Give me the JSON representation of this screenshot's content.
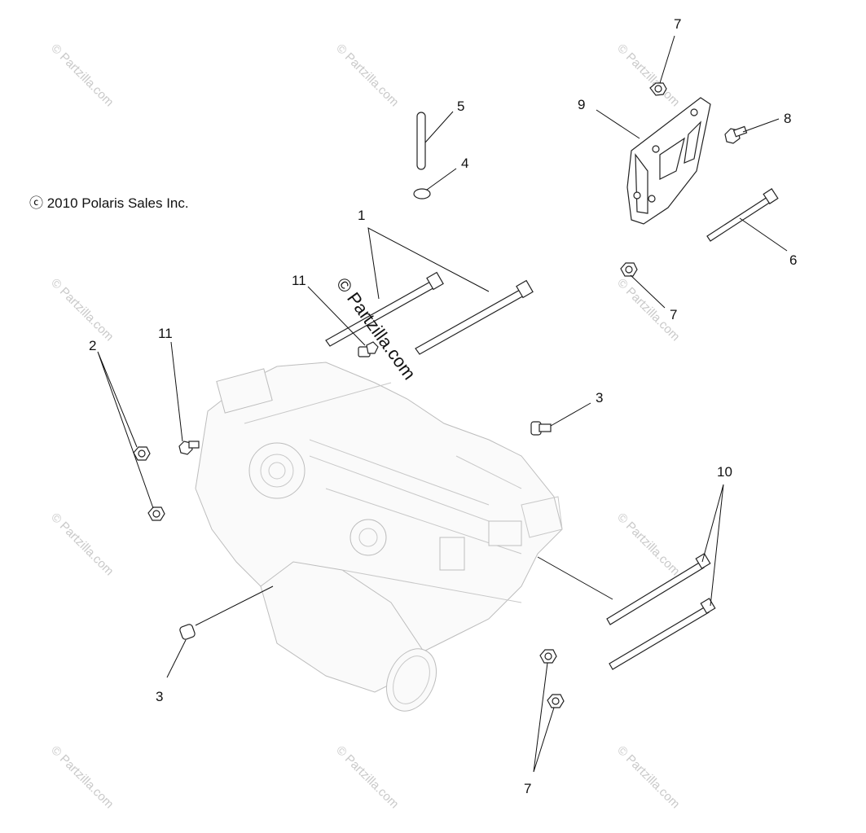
{
  "copyright": "ⓒ 2010 Polaris Sales Inc.",
  "watermark_center": "© Partzilla.com",
  "watermark_tile": "© Partzilla.com",
  "callouts": {
    "c1": "1",
    "c2": "2",
    "c3a": "3",
    "c3b": "3",
    "c4": "4",
    "c5": "5",
    "c6": "6",
    "c7a": "7",
    "c7b": "7",
    "c7c": "7",
    "c8": "8",
    "c9": "9",
    "c10": "10",
    "c11a": "11",
    "c11b": "11"
  }
}
